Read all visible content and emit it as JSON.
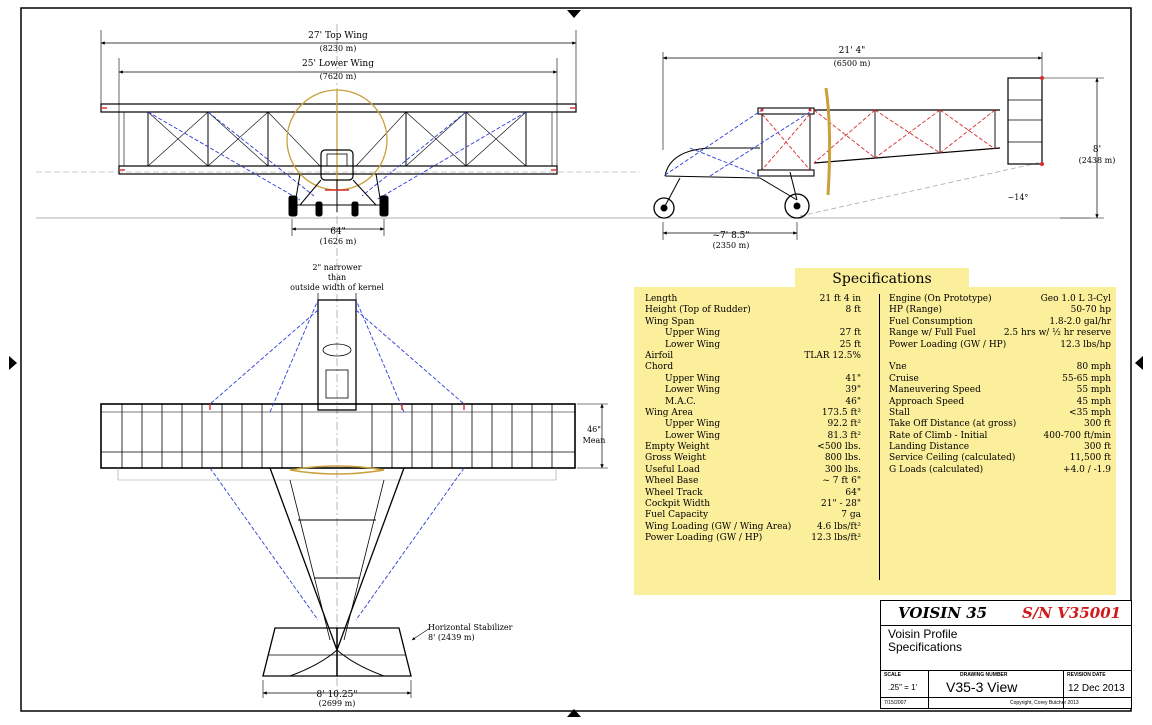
{
  "dimensions": {
    "top_wing": "27' Top Wing",
    "top_wing_mm": "(8230 m)",
    "lower_wing": "25' Lower Wing",
    "lower_wing_mm": "(7620 m)",
    "length": "21' 4\"",
    "length_mm": "(6500 m)",
    "height": "8'",
    "height_mm": "(2438 m)",
    "angle": "~14°",
    "wheel_track": "64\"",
    "wheel_track_mm": "(1626 m)",
    "wheel_base": "~7' 8.5\"",
    "wheel_base_mm": "(2350 m)",
    "chord_mean_1": "46\"",
    "chord_mean_2": "Mean",
    "stab_label_1": "Horizontal Stabilizer",
    "stab_label_2": "8' (2439 m)",
    "stab_width": "8' 10.25\"",
    "stab_width_mm": "(2699 m)",
    "narrow_note_1": "2\" narrower",
    "narrow_note_2": "than",
    "narrow_note_3": "outside width of kernel"
  },
  "specifications": {
    "title": "Specifications",
    "left": [
      {
        "label": "Length",
        "value": "21 ft 4 in",
        "sub": false
      },
      {
        "label": "Height (Top of Rudder)",
        "value": "8 ft",
        "sub": false
      },
      {
        "label": "Wing Span",
        "value": "",
        "sub": false
      },
      {
        "label": "Upper Wing",
        "value": "27 ft",
        "sub": true
      },
      {
        "label": "Lower Wing",
        "value": "25 ft",
        "sub": true
      },
      {
        "label": "Airfoil",
        "value": "TLAR 12.5%",
        "sub": false
      },
      {
        "label": "Chord",
        "value": "",
        "sub": false
      },
      {
        "label": "Upper Wing",
        "value": "41\"",
        "sub": true
      },
      {
        "label": "Lower Wing",
        "value": "39\"",
        "sub": true
      },
      {
        "label": "M.A.C.",
        "value": "46\"",
        "sub": true
      },
      {
        "label": "Wing Area",
        "value": "173.5 ft²",
        "sub": false
      },
      {
        "label": "Upper Wing",
        "value": "92.2 ft²",
        "sub": true
      },
      {
        "label": "Lower Wing",
        "value": "81.3 ft²",
        "sub": true
      },
      {
        "label": "Empty Weight",
        "value": "<500 lbs.",
        "sub": false
      },
      {
        "label": "Gross Weight",
        "value": "800 lbs.",
        "sub": false
      },
      {
        "label": "Useful Load",
        "value": "300 lbs.",
        "sub": false
      },
      {
        "label": "Wheel Base",
        "value": "~ 7 ft 6\"",
        "sub": false
      },
      {
        "label": "Wheel Track",
        "value": "64\"",
        "sub": false
      },
      {
        "label": "Cockpit Width",
        "value": "21\" - 28\"",
        "sub": false
      },
      {
        "label": "Fuel Capacity",
        "value": "7 ga",
        "sub": false
      },
      {
        "label": "Wing Loading (GW / Wing Area)",
        "value": "4.6 lbs/ft²",
        "sub": false
      },
      {
        "label": "Power Loading (GW / HP)",
        "value": "12.3 lbs/ft²",
        "sub": false
      }
    ],
    "right": [
      {
        "label": "Engine (On Prototype)",
        "value": "Geo 1.0 L 3-Cyl",
        "gap": false
      },
      {
        "label": "HP (Range)",
        "value": "50-70 hp",
        "gap": false
      },
      {
        "label": "Fuel Consumption",
        "value": "1.8-2.0 gal/hr",
        "gap": false
      },
      {
        "label": "Range w/ Full Fuel",
        "value": "2.5 hrs w/ ½ hr reserve",
        "gap": false
      },
      {
        "label": "Power Loading (GW / HP)",
        "value": "12.3 lbs/hp",
        "gap": false
      },
      {
        "label": "Vne",
        "value": "80 mph",
        "gap": true
      },
      {
        "label": "Cruise",
        "value": "55-65 mph",
        "gap": false
      },
      {
        "label": "Maneuvering Speed",
        "value": "55 mph",
        "gap": false
      },
      {
        "label": "Approach Speed",
        "value": "45 mph",
        "gap": false
      },
      {
        "label": "Stall",
        "value": "<35 mph",
        "gap": false
      },
      {
        "label": "Take Off Distance (at gross)",
        "value": "300 ft",
        "gap": false
      },
      {
        "label": "Rate of Climb - Initial",
        "value": "400-700 ft/min",
        "gap": false
      },
      {
        "label": "Landing Distance",
        "value": "300 ft",
        "gap": false
      },
      {
        "label": "Service Ceiling (calculated)",
        "value": "11,500 ft",
        "gap": false
      },
      {
        "label": "G Loads (calculated)",
        "value": "+4.0 / -1.9",
        "gap": false
      }
    ]
  },
  "title_block": {
    "name": "VOISIN 35",
    "serial": "S/N V35001",
    "desc_1": "Voisin Profile",
    "desc_2": "Specifications",
    "scale_label": "SCALE",
    "scale_value": ".25\" = 1'",
    "drawing_number_label": "DRAWING NUMBER",
    "drawing_number": "V35-3 View",
    "revision_label": "REVISION DATE",
    "revision": "12 Dec 2013",
    "copyright": "Copyright, Corey Butcher 2013",
    "sheet_ref": "7/15/2007"
  },
  "colors": {
    "spec_panel": "#fbef9b",
    "serial_red": "#d11a1a",
    "brace_blue": "#2b3fd6",
    "rigging_red": "#d62b2b",
    "prop_tan": "#c9a13b"
  }
}
